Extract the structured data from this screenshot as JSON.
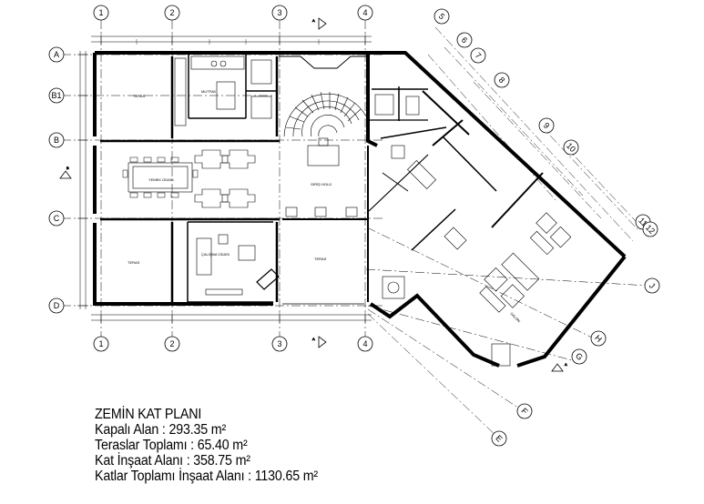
{
  "grid": {
    "columns": [
      "1",
      "2",
      "3",
      "4"
    ],
    "rows": [
      "A",
      "B1",
      "B",
      "C",
      "D"
    ],
    "diagonal_top": [
      "5",
      "6",
      "7",
      "8",
      "9",
      "10",
      "11",
      "12"
    ],
    "diagonal_side": [
      "J",
      "H",
      "G",
      "F",
      "E"
    ]
  },
  "rooms": {
    "teras_top": "TERAS",
    "mutfak": "MUTFAK",
    "yemek_odasi": "YEMEK ODASI",
    "teras_bottom_left": "TERAS",
    "calisma_odasi": "ÇALIŞMA ODASI",
    "teras_bottom_mid": "TERAS",
    "giris_holu": "GİRİŞ HOLÜ",
    "salon": "SALON"
  },
  "section_marks": [
    "A",
    "A",
    "B",
    "A"
  ],
  "caption": {
    "title": "ZEMİN KAT PLANI",
    "closed_area": "Kapalı Alan : 293.35 m²",
    "terraces_total": "Teraslar Toplamı : 65.40 m²",
    "floor_area": "Kat İnşaat Alanı : 358.75 m²",
    "total_area": "Katlar Toplamı İnşaat Alanı : 1130.65 m²"
  }
}
